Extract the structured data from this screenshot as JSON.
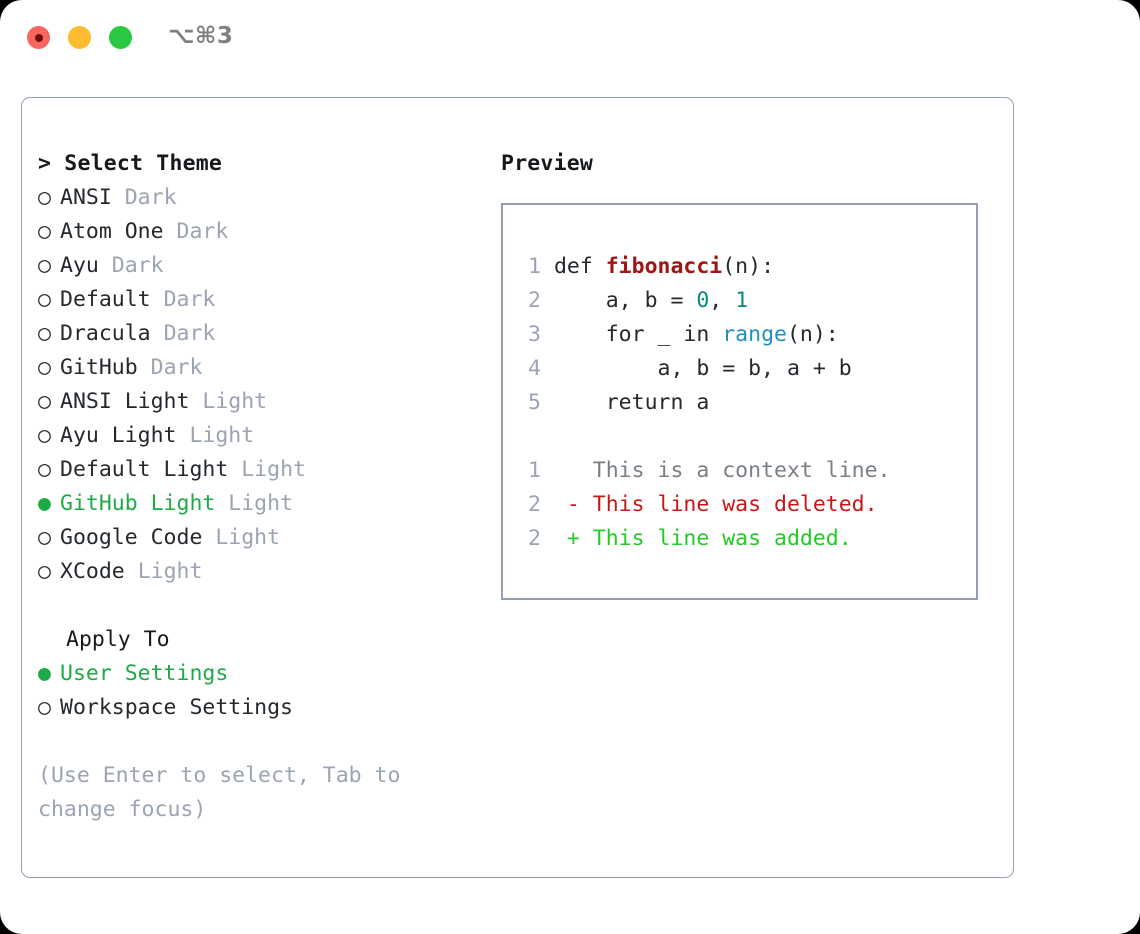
{
  "titlebar": {
    "shortcut": "⌥⌘3",
    "buttons": [
      {
        "name": "close",
        "color": "#f9655f"
      },
      {
        "name": "minimize",
        "color": "#fdbc2f"
      },
      {
        "name": "maximize",
        "color": "#28c840"
      }
    ]
  },
  "theme_picker": {
    "header_prefix": "> ",
    "header": "Select Theme",
    "marker_selected": "●",
    "marker_unselected": "○",
    "items": [
      {
        "marker": "○",
        "name": "ANSI",
        "category": "Dark",
        "selected": false
      },
      {
        "marker": "○",
        "name": "Atom One",
        "category": "Dark",
        "selected": false
      },
      {
        "marker": "○",
        "name": "Ayu",
        "category": "Dark",
        "selected": false
      },
      {
        "marker": "○",
        "name": "Default",
        "category": "Dark",
        "selected": false
      },
      {
        "marker": "○",
        "name": "Dracula",
        "category": "Dark",
        "selected": false
      },
      {
        "marker": "○",
        "name": "GitHub",
        "category": "Dark",
        "selected": false
      },
      {
        "marker": "○",
        "name": "ANSI Light",
        "category": "Light",
        "selected": false
      },
      {
        "marker": "○",
        "name": "Ayu Light",
        "category": "Light",
        "selected": false
      },
      {
        "marker": "○",
        "name": "Default Light",
        "category": "Light",
        "selected": false
      },
      {
        "marker": "●",
        "name": "GitHub Light",
        "category": "Light",
        "selected": true
      },
      {
        "marker": "○",
        "name": "Google Code",
        "category": "Light",
        "selected": false
      },
      {
        "marker": "○",
        "name": "XCode",
        "category": "Light",
        "selected": false
      }
    ]
  },
  "apply_to": {
    "label": "Apply To",
    "options": [
      {
        "marker": "●",
        "name": "User Settings",
        "selected": true
      },
      {
        "marker": "○",
        "name": "Workspace Settings",
        "selected": false
      }
    ]
  },
  "hint": "(Use Enter to select, Tab to change focus)",
  "preview": {
    "title": "Preview",
    "code_lines": [
      {
        "num": "1",
        "indent": "",
        "tokens": [
          {
            "t": "def ",
            "k": "plain"
          },
          {
            "t": "fibonacci",
            "k": "fn"
          },
          {
            "t": "(n):",
            "k": "plain"
          }
        ]
      },
      {
        "num": "2",
        "indent": "    ",
        "tokens": [
          {
            "t": "a, b = ",
            "k": "plain"
          },
          {
            "t": "0",
            "k": "num"
          },
          {
            "t": ", ",
            "k": "plain"
          },
          {
            "t": "1",
            "k": "num"
          }
        ]
      },
      {
        "num": "3",
        "indent": "    ",
        "tokens": [
          {
            "t": "for _ in ",
            "k": "plain"
          },
          {
            "t": "range",
            "k": "bif"
          },
          {
            "t": "(n):",
            "k": "plain"
          }
        ]
      },
      {
        "num": "4",
        "indent": "        ",
        "tokens": [
          {
            "t": "a, b = b, a + b",
            "k": "plain"
          }
        ]
      },
      {
        "num": "5",
        "indent": "    ",
        "tokens": [
          {
            "t": "return a",
            "k": "plain"
          }
        ]
      }
    ],
    "diff_lines": [
      {
        "num": "1",
        "sign": "  ",
        "text": "This is a context line.",
        "kind": "context"
      },
      {
        "num": "2",
        "sign": "- ",
        "text": "This line was deleted.",
        "kind": "deleted"
      },
      {
        "num": "2",
        "sign": "+ ",
        "text": "This line was added.",
        "kind": "added"
      }
    ]
  },
  "colors": {
    "accent_green": "#1eaa46",
    "diff_added": "#22cc22",
    "diff_deleted": "#cc1616",
    "diff_context": "#787f86",
    "muted": "#9aa4b2",
    "border": "#93a0b1",
    "code_function": "#a01414",
    "code_number": "#098a7f",
    "code_builtin": "#1f8ec4",
    "text": "#24292e"
  }
}
